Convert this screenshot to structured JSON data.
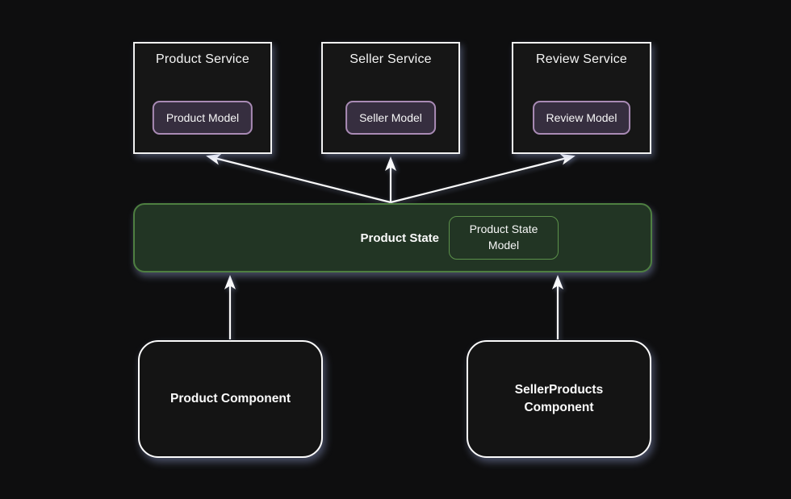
{
  "diagram": {
    "services": [
      {
        "title": "Product Service",
        "model_label": "Product Model"
      },
      {
        "title": "Seller Service",
        "model_label": "Seller Model"
      },
      {
        "title": "Review Service",
        "model_label": "Review Model"
      }
    ],
    "state_bar": {
      "label": "Product State",
      "model_label": "Product State Model"
    },
    "components": [
      {
        "label": "Product Component"
      },
      {
        "label": "SellerProducts Component"
      }
    ],
    "colors": {
      "background": "#0e0e0f",
      "service_border": "#f2f2f2",
      "service_fill": "#161616",
      "model_chip_border": "#a98bb5",
      "model_chip_fill": "#362e3f",
      "state_bar_border": "#4e7f41",
      "state_bar_fill": "#223524",
      "state_chip_border": "#5c914b",
      "component_border": "#fcfcfc",
      "arrow": "#fafafa",
      "text": "#f7f7f7"
    }
  }
}
